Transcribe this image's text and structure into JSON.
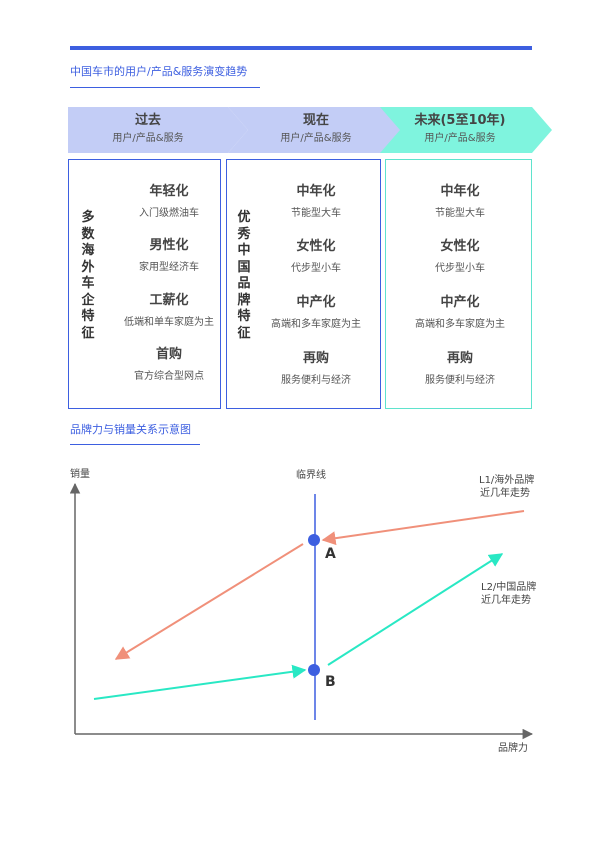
{
  "section1": {
    "title": "中国车市的用户/产品&服务演变趋势",
    "stages": [
      {
        "title": "过去",
        "subtitle": "用户/产品&服务",
        "color": "#c3cdf6"
      },
      {
        "title": "现在",
        "subtitle": "用户/产品&服务",
        "color": "#c3cdf6"
      },
      {
        "title": "未来(5至10年)",
        "subtitle": "用户/产品&服务",
        "color": "#7ff4de"
      }
    ],
    "columns": [
      {
        "side_label": "多数海外车企特征",
        "border_color": "#3d5fe0",
        "items": [
          {
            "title": "年轻化",
            "desc": "入门级燃油车"
          },
          {
            "title": "男性化",
            "desc": "家用型经济车"
          },
          {
            "title": "工薪化",
            "desc": "低端和单车家庭为主"
          },
          {
            "title": "首购",
            "desc": "官方综合型网点"
          }
        ]
      },
      {
        "side_label": "优秀中国品牌特征",
        "border_color": "#3d5fe0",
        "items": [
          {
            "title": "中年化",
            "desc": "节能型大车"
          },
          {
            "title": "女性化",
            "desc": "代步型小车"
          },
          {
            "title": "中产化",
            "desc": "高端和多车家庭为主"
          },
          {
            "title": "再购",
            "desc": "服务便利与经济"
          }
        ]
      },
      {
        "side_label": "",
        "border_color": "#5fe3cd",
        "items": [
          {
            "title": "中年化",
            "desc": "节能型大车"
          },
          {
            "title": "女性化",
            "desc": "代步型小车"
          },
          {
            "title": "中产化",
            "desc": "高端和多车家庭为主"
          },
          {
            "title": "再购",
            "desc": "服务便利与经济"
          }
        ]
      }
    ]
  },
  "section2": {
    "title": "品牌力与销量关系示意图",
    "y_axis_label": "销量",
    "x_axis_label": "品牌力",
    "threshold_label": "临界线",
    "point_a": "A",
    "point_b": "B",
    "l1_label": [
      "L1/海外品牌",
      "近几年走势"
    ],
    "l2_label": [
      "L2/中国品牌",
      "近几年走势"
    ],
    "colors": {
      "l1": "#f0907a",
      "l2": "#29e8c4",
      "threshold": "#3d5fe0",
      "points": "#3d5fe0",
      "axis": "#666666"
    }
  }
}
